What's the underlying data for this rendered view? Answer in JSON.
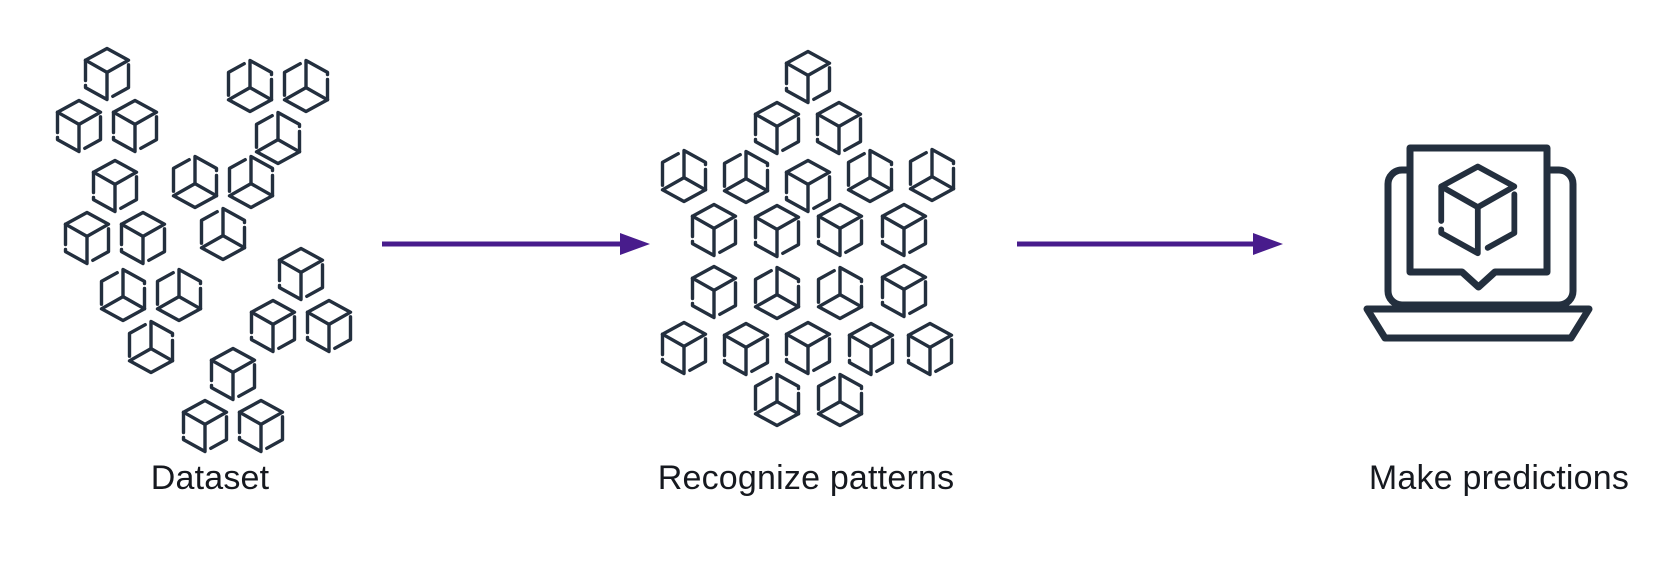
{
  "diagram": {
    "type": "process-flow",
    "stages": [
      {
        "id": "dataset",
        "label": "Dataset",
        "icon": "scattered-cube-clusters-icon"
      },
      {
        "id": "recognize-patterns",
        "label": "Recognize patterns",
        "icon": "hexagonal-cube-cluster-icon"
      },
      {
        "id": "make-predictions",
        "label": "Make predictions",
        "icon": "laptop-with-cube-icon"
      }
    ],
    "arrows": [
      {
        "from": "dataset",
        "to": "recognize-patterns"
      },
      {
        "from": "recognize-patterns",
        "to": "make-predictions"
      }
    ]
  },
  "colors": {
    "outline": "#232F3E",
    "arrow": "#481C8C",
    "label": "#16191F",
    "background": "#FFFFFF"
  }
}
